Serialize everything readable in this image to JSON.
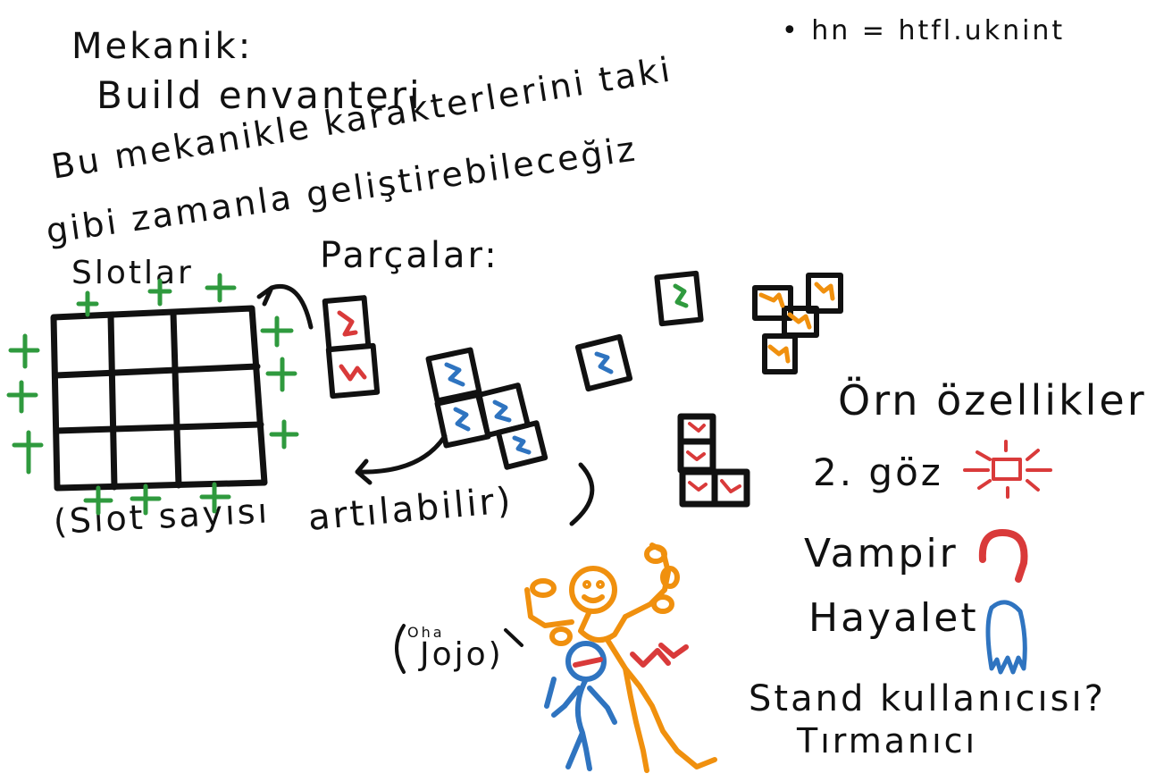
{
  "title": "Mekanik:",
  "subtitle": "Build envanteri",
  "top_note": "• hn = htfl.uknint",
  "description": {
    "line1": "Bu mekanikle karakterlerini taki",
    "line2": "gibi zamanla geliştirebileceğiz"
  },
  "slots": {
    "label": "Slotlar",
    "caption": "(Slot sayısı",
    "plus_glyph": "+",
    "rows": 3,
    "cols": 3
  },
  "pieces": {
    "label": "Parçalar:",
    "note": "artılabilir)"
  },
  "examples": {
    "heading": "Örn özellikler",
    "items": [
      {
        "label": "2. göz",
        "icon": "glowing-eye-icon",
        "color": "#d93a3a"
      },
      {
        "label": "Vampir",
        "icon": "fang-hook-icon",
        "color": "#d93a3a"
      },
      {
        "label": "Hayalet",
        "icon": "ghost-icon",
        "color": "#2f74c0"
      },
      {
        "label": "Stand kullanıcısı?",
        "icon": "stand-figure-icon",
        "color": "#f0900e"
      },
      {
        "label": "Tırmanıcı",
        "icon": "",
        "color": "#111111"
      }
    ]
  },
  "stand_note": {
    "small": "Oha",
    "big": "Jojo)"
  },
  "colors": {
    "ink": "#111111",
    "green": "#2f9a3e",
    "red": "#d93a3a",
    "blue": "#2f74c0",
    "orange": "#f0900e"
  }
}
